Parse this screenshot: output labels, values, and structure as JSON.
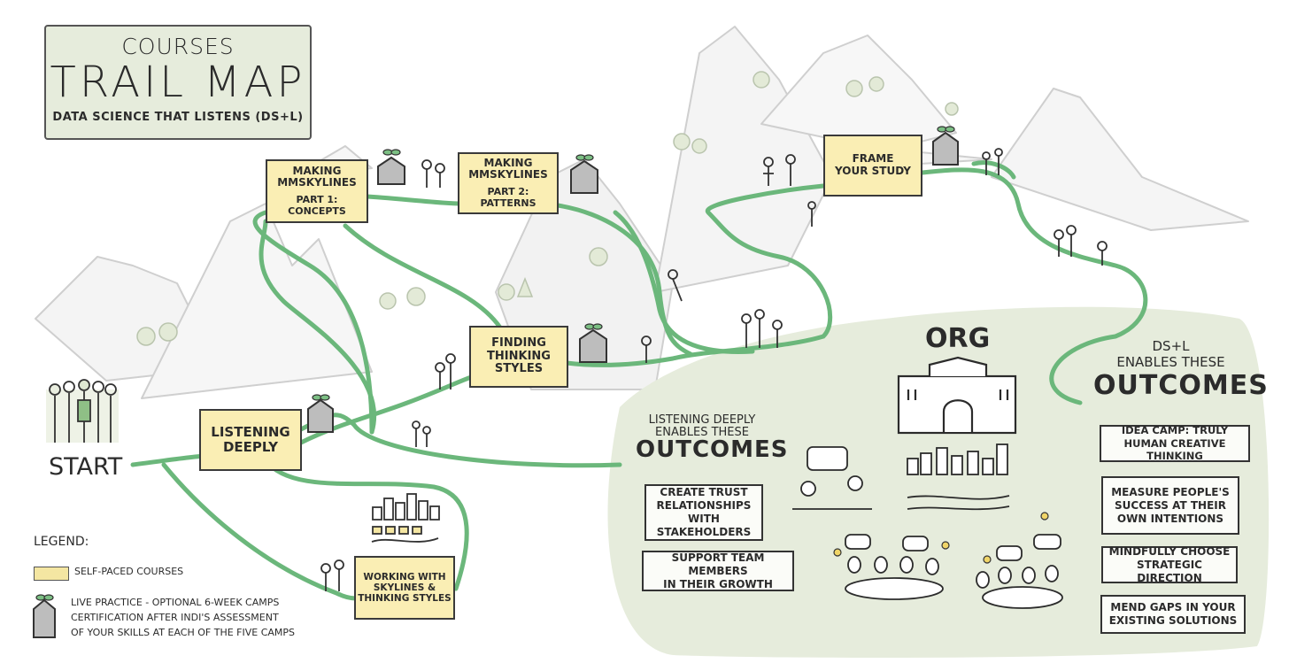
{
  "title": {
    "line1": "COURSES",
    "line2": "TRAIL MAP",
    "line3": "DATA SCIENCE THAT LISTENS (DS+L)"
  },
  "courses": {
    "making_part1": [
      "MAKING",
      "mmSKYLINES",
      "PART 1: CONCEPTS"
    ],
    "making_part2": [
      "MAKING",
      "mmSKYLINES",
      "PART 2: PATTERNS"
    ],
    "frame_study": [
      "FRAME",
      "YOUR STUDY"
    ],
    "finding_styles": [
      "FINDING",
      "THINKING",
      "STYLES"
    ],
    "listening_deeply": [
      "LISTENING",
      "DEEPLY"
    ],
    "working_with": [
      "WORKING WITH",
      "SKYLINES &",
      "THINKING STYLES"
    ]
  },
  "start_label": "START",
  "org": {
    "label": "ORG"
  },
  "listening_outcomes": {
    "heading1": "LISTENING DEEPLY",
    "heading2": "ENABLES THESE",
    "heading3": "OUTCOMES",
    "items": [
      [
        "CREATE TRUST",
        "RELATIONSHIPS WITH",
        "STAKEHOLDERS"
      ],
      [
        "SUPPORT TEAM MEMBERS",
        "IN THEIR GROWTH"
      ]
    ]
  },
  "dstl_outcomes": {
    "heading1": "DS+L",
    "heading2": "ENABLES THESE",
    "heading3": "OUTCOMES",
    "items": [
      [
        "IDEA CAMP: TRULY",
        "HUMAN CREATIVE THINKING"
      ],
      [
        "MEASURE PEOPLE'S",
        "SUCCESS AT THEIR",
        "OWN INTENTIONS"
      ],
      [
        "MINDFULLY CHOOSE",
        "STRATEGIC DIRECTION"
      ],
      [
        "MEND GAPS IN YOUR",
        "EXISTING SOLUTIONS"
      ]
    ]
  },
  "legend": {
    "title": "LEGEND:",
    "self_paced": "SELF-PACED COURSES",
    "live_line1": "LIVE PRACTICE - OPTIONAL 6-WEEK CAMPS",
    "live_line2": "CERTIFICATION AFTER INDI'S ASSESSMENT",
    "live_line3": "OF YOUR SKILLS AT EACH OF THE FIVE CAMPS"
  },
  "colors": {
    "trail": "#6bb77b",
    "course_fill": "#faeeb4",
    "mountain": "#d6d6d6",
    "outcome_bg": "#e6ecdc",
    "ink": "#2b2b2b"
  }
}
